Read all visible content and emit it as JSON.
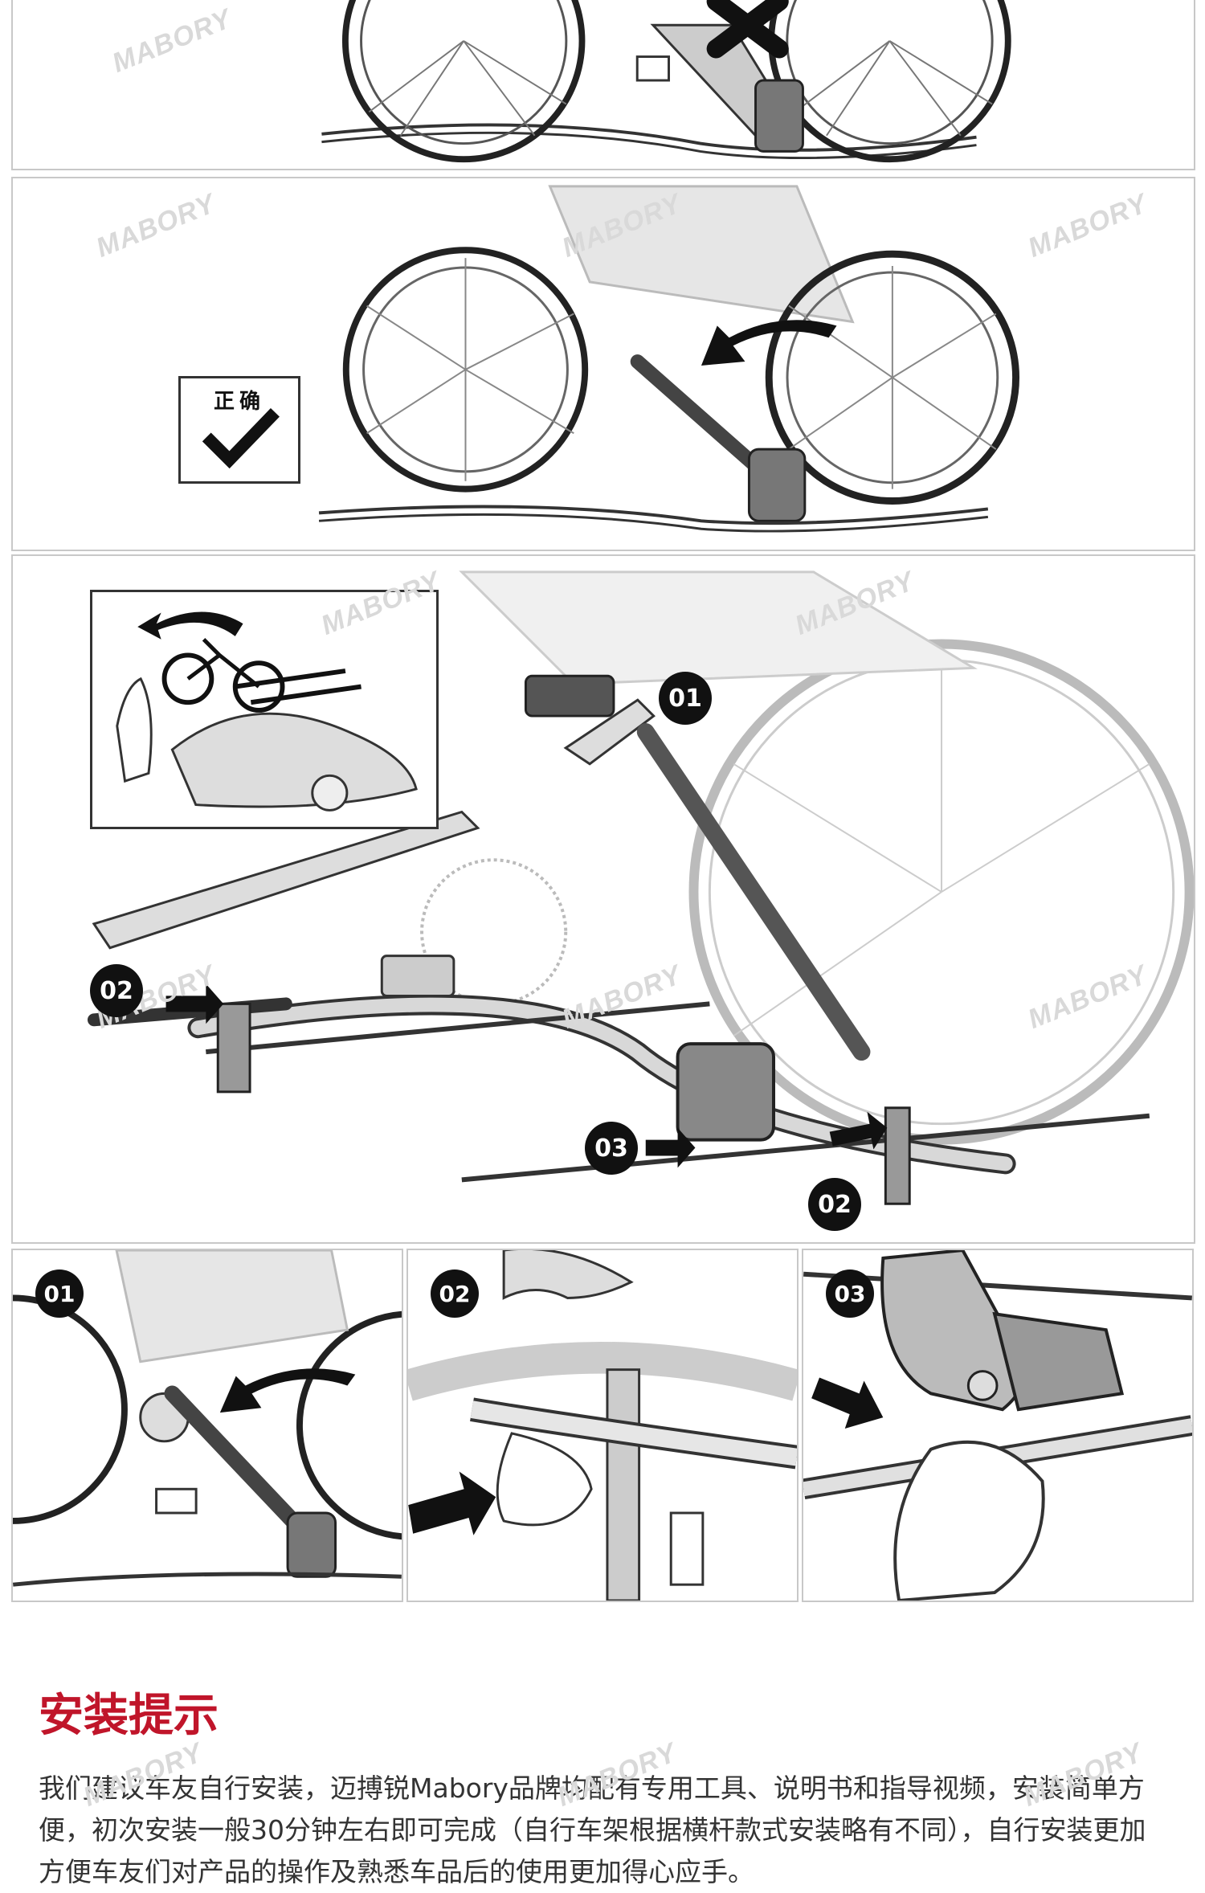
{
  "watermark": "MABORY",
  "panel_wrong": {
    "alt": "incorrect mounting illustration"
  },
  "panel_correct": {
    "label": "正确"
  },
  "panel_overview": {
    "alt": "bike rack mounting steps overview",
    "badges": {
      "step1": "01",
      "step2_left": "02",
      "step3": "03",
      "step2_right": "02"
    }
  },
  "detail_panels": [
    {
      "badge": "01"
    },
    {
      "badge": "02"
    },
    {
      "badge": "03"
    }
  ],
  "tips": {
    "title": "安装提示",
    "body": "我们建议车友自行安装，迈搏锐Mabory品牌均配有专用工具、说明书和指导视频，安装简单方便，初次安装一般30分钟左右即可完成（自行车架根据横杆款式安装略有不同），自行安装更加方便车友们对产品的操作及熟悉车品后的使用更加得心应手。"
  },
  "colors": {
    "accent": "#c0152a",
    "ink": "#111111",
    "panel_border": "#c8c8c8"
  }
}
